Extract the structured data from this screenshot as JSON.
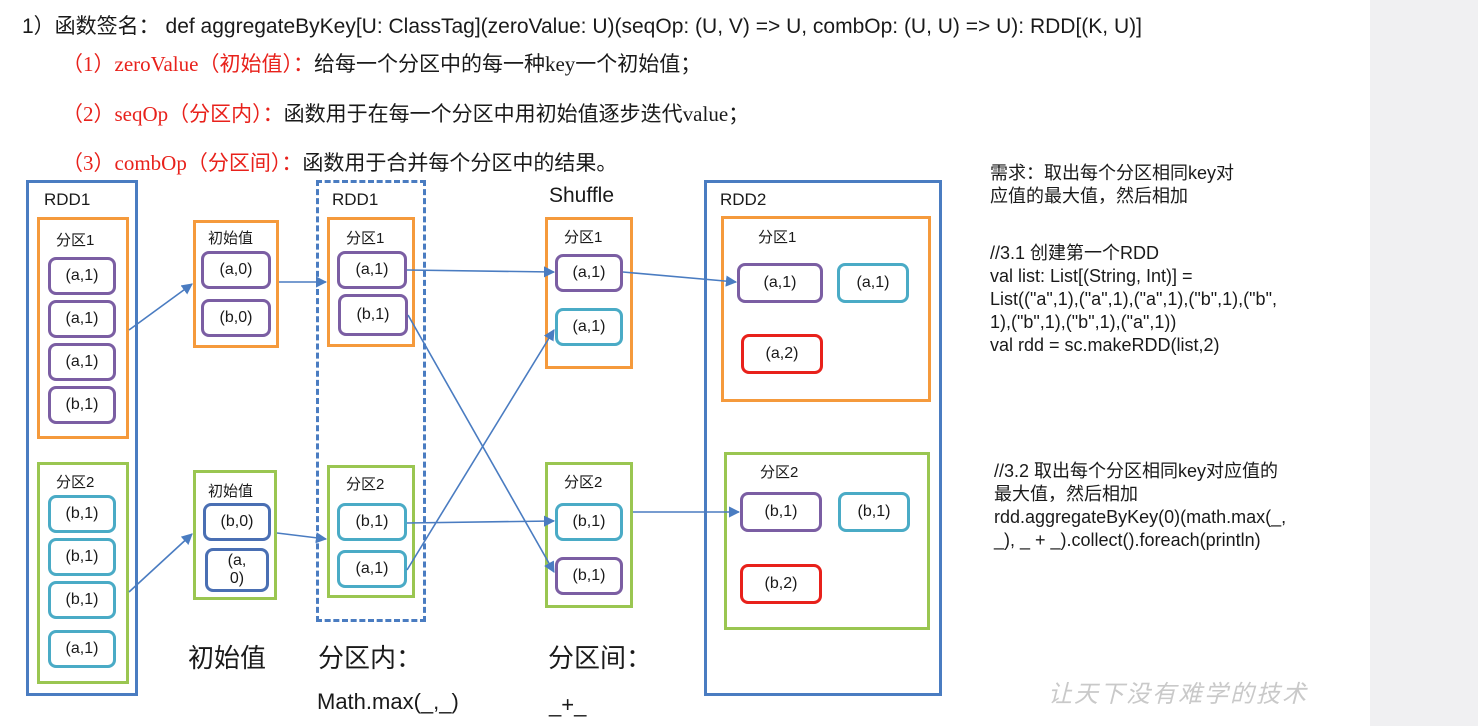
{
  "header": {
    "signature": "1）函数签名： def aggregateByKey[U: ClassTag](zeroValue: U)(seqOp: (U, V) => U,  combOp: (U, U) => U): RDD[(K, U)]",
    "params": [
      {
        "name": "（1）zeroValue（初始值）：",
        "desc": "给每一个分区中的每一种key一个初始值；"
      },
      {
        "name": "（2）seqOp（分区内）：",
        "desc": "函数用于在每一个分区中用初始值逐步迭代value；"
      },
      {
        "name": "（3）combOp（分区间）：",
        "desc": "函数用于合并每个分区中的结果。"
      }
    ]
  },
  "rdd1": {
    "title": "RDD1",
    "p1": {
      "label": "分区1",
      "items": [
        "(a,1)",
        "(a,1)",
        "(a,1)",
        "(b,1)"
      ]
    },
    "p2": {
      "label": "分区2",
      "items": [
        "(b,1)",
        "(b,1)",
        "(b,1)",
        "(a,1)"
      ]
    }
  },
  "init": {
    "top": {
      "label": "初始值",
      "items": [
        "(a,0)",
        "(b,0)"
      ]
    },
    "bottom": {
      "label": "初始值",
      "items": [
        "(b,0)",
        "(a,\n0)"
      ]
    }
  },
  "rdd1b": {
    "title": "RDD1",
    "p1": {
      "label": "分区1",
      "items": [
        "(a,1)",
        "(b,1)"
      ]
    },
    "p2": {
      "label": "分区2",
      "items": [
        "(b,1)",
        "(a,1)"
      ]
    }
  },
  "shuffle": {
    "title": "Shuffle",
    "p1": {
      "label": "分区1",
      "items": [
        "(a,1)",
        "(a,1)"
      ]
    },
    "p2": {
      "label": "分区2",
      "items": [
        "(b,1)",
        "(b,1)"
      ]
    }
  },
  "rdd2": {
    "title": "RDD2",
    "p1": {
      "label": "分区1",
      "items": [
        "(a,1)",
        "(a,1)"
      ],
      "result": "(a,2)"
    },
    "p2": {
      "label": "分区2",
      "items": [
        "(b,1)",
        "(b,1)"
      ],
      "result": "(b,2)"
    }
  },
  "bottom": {
    "init_label": "初始值",
    "within_label": "分区内：",
    "between_label": "分区间：",
    "within_func": "Math.max(_,_)",
    "between_func": "_+_"
  },
  "notes": {
    "requirement": "需求：取出每个分区相同key对\n应值的最大值，然后相加",
    "code1": "//3.1 创建第一个RDD\nval list: List[(String, Int)] =\nList((\"a\",1),(\"a\",1),(\"a\",1),(\"b\",1),(\"b\",\n1),(\"b\",1),(\"b\",1),(\"a\",1))\nval rdd = sc.makeRDD(list,2)",
    "code2": "//3.2 取出每个分区相同key对应值的\n最大值，然后相加\nrdd.aggregateByKey(0)(math.max(_,\n_), _ + _).collect().foreach(println)"
  },
  "watermark": "让天下没有难学的技术",
  "colors": {
    "accent_red": "#e8211b",
    "blue": "#4a7cc1",
    "orange": "#f59a3c",
    "green": "#9ac651",
    "purple": "#7b5ea3",
    "cyan": "#4aabc6"
  }
}
